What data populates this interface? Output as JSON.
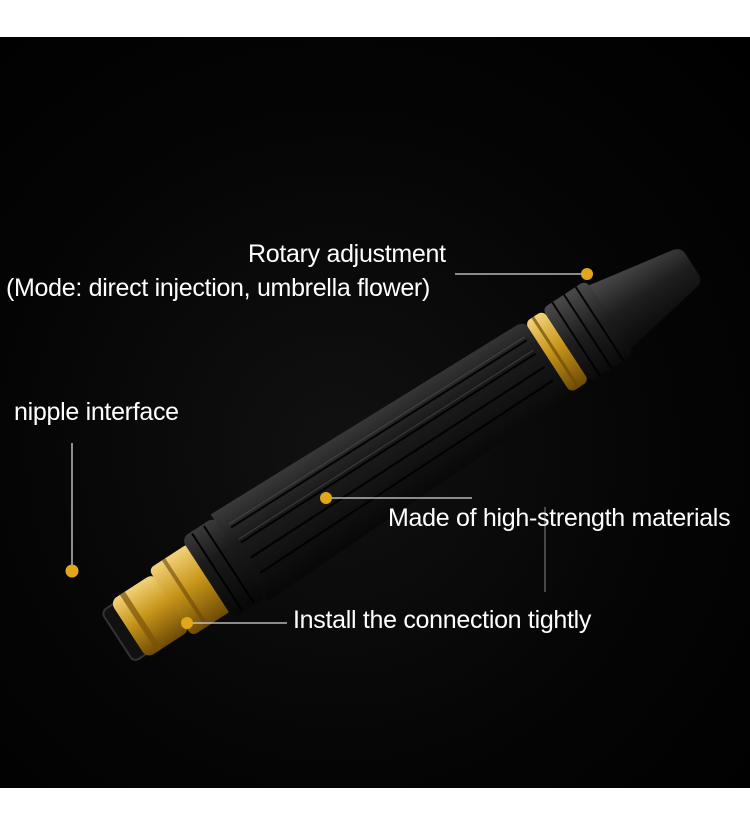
{
  "callouts": {
    "rotary_title": "Rotary adjustment",
    "rotary_mode": "(Mode: direct injection, umbrella flower)",
    "nipple": "nipple interface",
    "materials": "Made of high-strength materials",
    "install": "Install the connection tightly"
  },
  "colors": {
    "background": "#000000",
    "brass": "#c8961a",
    "body": "#1a1a1a",
    "marker": "#e0a818",
    "leader_line": "#d8d8d8"
  }
}
